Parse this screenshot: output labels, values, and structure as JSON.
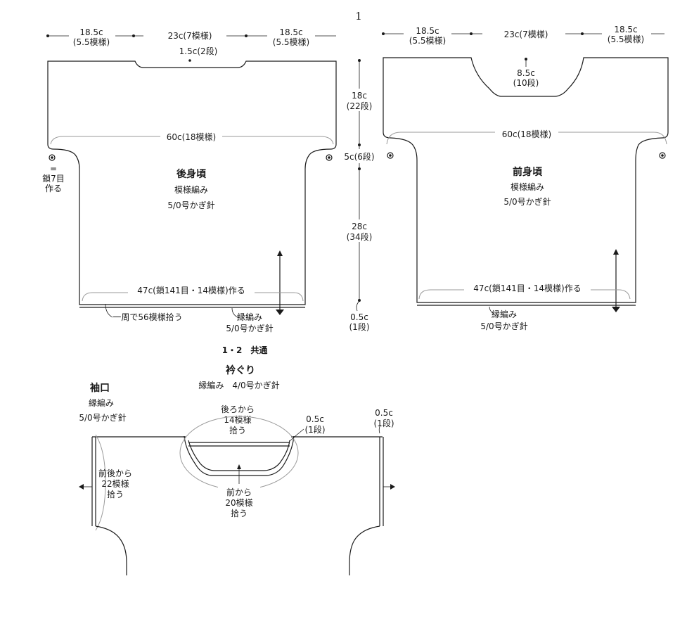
{
  "title_top": "1",
  "title_middle": "1・2　共通",
  "back": {
    "dim_side_left": [
      "18.5c",
      "(5.5模様)"
    ],
    "dim_center": "23c(7模様)",
    "dim_side_right": [
      "18.5c",
      "(5.5模様)"
    ],
    "neck_depth": "1.5c(2段)",
    "width_full": "60c(18模様)",
    "chain_note": [
      "=",
      "鎖7目",
      "作る"
    ],
    "name": "後身頃",
    "pattern": "模様編み",
    "hook": "5/0号かぎ針",
    "hem_width": "47c(鎖141目・14模様)作る",
    "pickup": "一周で56模様拾う",
    "edging": [
      "縁編み",
      "5/0号かぎ針"
    ]
  },
  "center_dims": {
    "d1": [
      "18c",
      "(22段)"
    ],
    "d2": "5c(6段)",
    "d3": [
      "28c",
      "(34段)"
    ],
    "d4": [
      "0.5c",
      "(1段)"
    ]
  },
  "front": {
    "dim_side_left": [
      "18.5c",
      "(5.5模様)"
    ],
    "dim_center": "23c(7模様)",
    "dim_side_right": [
      "18.5c",
      "(5.5模様)"
    ],
    "neck_depth": [
      "8.5c",
      "(10段)"
    ],
    "width_full": "60c(18模様)",
    "name": "前身頃",
    "pattern": "模様編み",
    "hook": "5/0号かぎ針",
    "hem_width": "47c(鎖141目・14模様)作る",
    "edging": [
      "縁編み",
      "5/0号かぎ針"
    ]
  },
  "neckline": {
    "title": "衿ぐり",
    "method": "縁編み　4/0号かぎ針",
    "back_pickup": [
      "後ろから",
      "14模様",
      "拾う"
    ],
    "front_pickup": [
      "前から",
      "20模様",
      "拾う"
    ],
    "depth": [
      "0.5c",
      "(1段)"
    ]
  },
  "cuff": {
    "title": "袖口",
    "method": "縁編み",
    "hook": "5/0号かぎ針",
    "pickup": [
      "前後から",
      "22模様",
      "拾う"
    ],
    "depth": [
      "0.5c",
      "(1段)"
    ]
  }
}
